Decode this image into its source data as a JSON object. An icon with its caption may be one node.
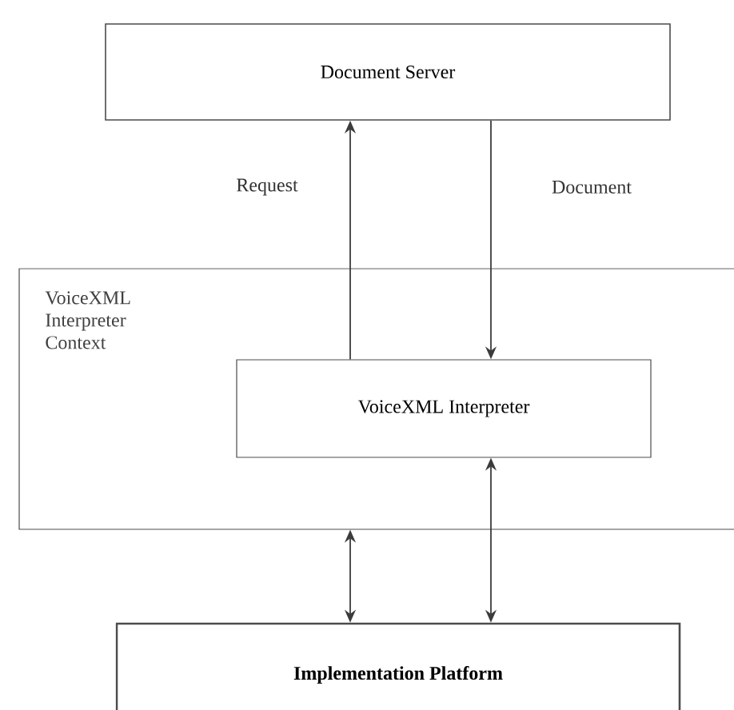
{
  "diagram": {
    "nodes": [
      {
        "text": [
          "Document Server"
        ]
      },
      {
        "text": [
          "VoiceXML Interpreter Context"
        ]
      },
      {
        "text": [
          "VoiceXML Interpreter"
        ],
        "in": 1
      },
      {
        "text": [
          "Implementation Platform"
        ]
      }
    ],
    "edges": [
      {
        "from": 2,
        "to": 0,
        "arrow": "to",
        "label": "Request"
      },
      {
        "from": 0,
        "to": 2,
        "arrow": "to",
        "label": "Document"
      },
      {
        "from": 1,
        "to": 3,
        "arrow": "both"
      },
      {
        "from": 2,
        "to": 3,
        "arrow": "both"
      }
    ]
  }
}
